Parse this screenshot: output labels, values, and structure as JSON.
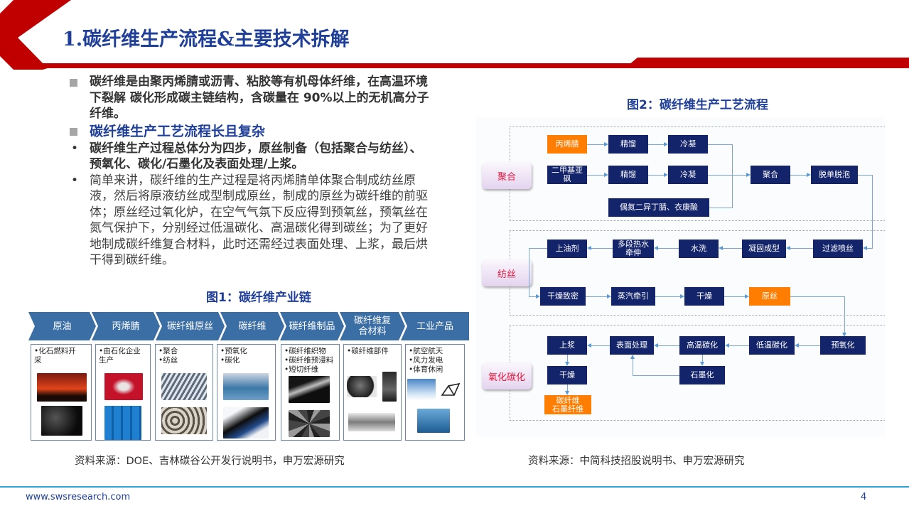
{
  "header": {
    "title": "1.碳纤维生产流程&主要技术拆解",
    "accent_color": "#c00000",
    "title_color": "#1f3f99"
  },
  "left": {
    "bullets": [
      {
        "type": "square",
        "style": "bold",
        "text": "碳纤维是由聚丙烯腈或沥青、粘胶等有机母体纤维，在高温环境下裂解 碳化形成碳主链结构，含碳量在 90%以上的无机高分子纤维。"
      },
      {
        "type": "square",
        "style": "heading",
        "text": "碳纤维生产工艺流程长且复杂"
      },
      {
        "type": "dot",
        "style": "bold",
        "text": "碳纤维生产过程总体分为四步，原丝制备（包括聚合与纺丝）、预氧化、碳化/石墨化及表面处理/上浆。"
      },
      {
        "type": "dot",
        "style": "normal",
        "text": "简单来讲，碳纤维的生产过程是将丙烯腈单体聚合制成纺丝原液，然后将原液纺丝成型制成原丝，制成的原丝为碳纤维的前驱体；原丝经过氧化炉，在空气气氛下反应得到预氧丝，预氧丝在氮气保护下，分别经过低温碳化、高温碳化得到碳丝；为了更好地制成碳纤维复合材料，此时还需经过表面处理、上浆，最后烘干得到碳纤维。"
      }
    ],
    "fig1_title": "图1：碳纤维产业链",
    "source": "资料来源：DOE、吉林碳谷公开发行说明书，申万宏源研究"
  },
  "chain": {
    "stages": [
      {
        "label": "原油",
        "items": [
          "•化石燃料开",
          " 采"
        ],
        "images": [
          "oil-pump-image",
          "oil-barrels-image"
        ]
      },
      {
        "label": "丙烯腈",
        "items": [
          "•由石化企业",
          " 生产"
        ],
        "images": [
          "acrylonitrile-bottle-image",
          "blue-drums-image"
        ]
      },
      {
        "label": "碳纤维原丝",
        "items": [
          "•聚合",
          "•纺丝"
        ],
        "images": [
          "spinning-line-image",
          "precursor-spools-image"
        ]
      },
      {
        "label": "碳纤维",
        "items": [
          "•预氧化",
          "•碳化"
        ],
        "images": [
          "carbonization-furnace-image",
          "carbon-fiber-tow-image"
        ]
      },
      {
        "label": "碳纤维制品",
        "items": [
          "•碳纤维织物",
          "•碳纤维预浸料",
          "•短切纤维"
        ],
        "images": [
          "carbon-fabric-image",
          "chopped-fiber-image"
        ]
      },
      {
        "label": "碳纤维复合材料",
        "items": [
          "•碳纤维部件"
        ],
        "images": [
          "composite-part-image",
          "turbine-blade-image",
          "shaft-part-image"
        ]
      },
      {
        "label": "工业产品",
        "items": [
          "•航空航天",
          "•风力发电",
          "•体育休闲"
        ],
        "images": [
          "aircraft-image",
          "bike-frame-image",
          "wind-turbine-image"
        ]
      }
    ]
  },
  "flow": {
    "title": "图2：碳纤维生产工艺流程",
    "stages": {
      "polymerization": "聚合",
      "spinning": "纺丝",
      "oxidation_carbonization": "氧化碳化"
    },
    "polymerization": {
      "acrylonitrile": "丙烯腈",
      "rectify1": "精馏",
      "condense1": "冷凝",
      "dmso": "二甲基亚砜",
      "rectify2": "精馏",
      "condense2": "冷凝",
      "initiator": "偶氮二异丁腈、衣康酸",
      "polymerize": "聚合",
      "demonomer": "脱单脱泡"
    },
    "spinning": {
      "filter_spin": "过滤喷丝",
      "coagulate": "凝固成型",
      "wash": "水洗",
      "stretch": "多段热水牵伸",
      "oil": "上油剂",
      "dry_densify": "干燥致密",
      "steam_draw": "蒸汽牵引",
      "dry": "干燥",
      "precursor": "原丝"
    },
    "oxidation": {
      "preox": "预氧化",
      "low_carb": "低温碳化",
      "high_carb": "高温碳化",
      "surface": "表面处理",
      "sizing": "上浆",
      "graphitize": "石墨化",
      "dry": "干燥",
      "product": "碳纤维\n石墨纤维"
    },
    "colors": {
      "box": "#13246b",
      "highlight": "#ff7d00",
      "stage_text": "#e8183f",
      "connector": "#7aa6cf"
    },
    "source": "资料来源：中简科技招股说明书、申万宏源研究"
  },
  "footer": {
    "url": "www.swsresearch.com",
    "page": "4"
  }
}
